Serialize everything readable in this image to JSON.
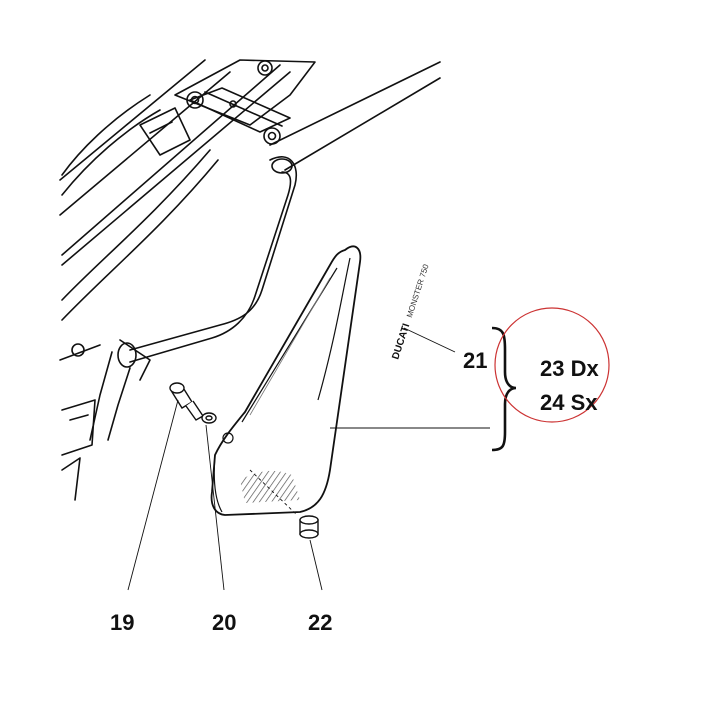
{
  "callouts": {
    "part_19": "19",
    "part_20": "20",
    "part_21": "21",
    "part_22": "22",
    "part_23": "23 Dx",
    "part_24": "24 Sx"
  },
  "decal": {
    "brand": "DUCATI",
    "model": "MONSTER 750"
  },
  "colors": {
    "line": "#111111",
    "highlight_circle": "#cc3333",
    "hatch": "#555555"
  }
}
